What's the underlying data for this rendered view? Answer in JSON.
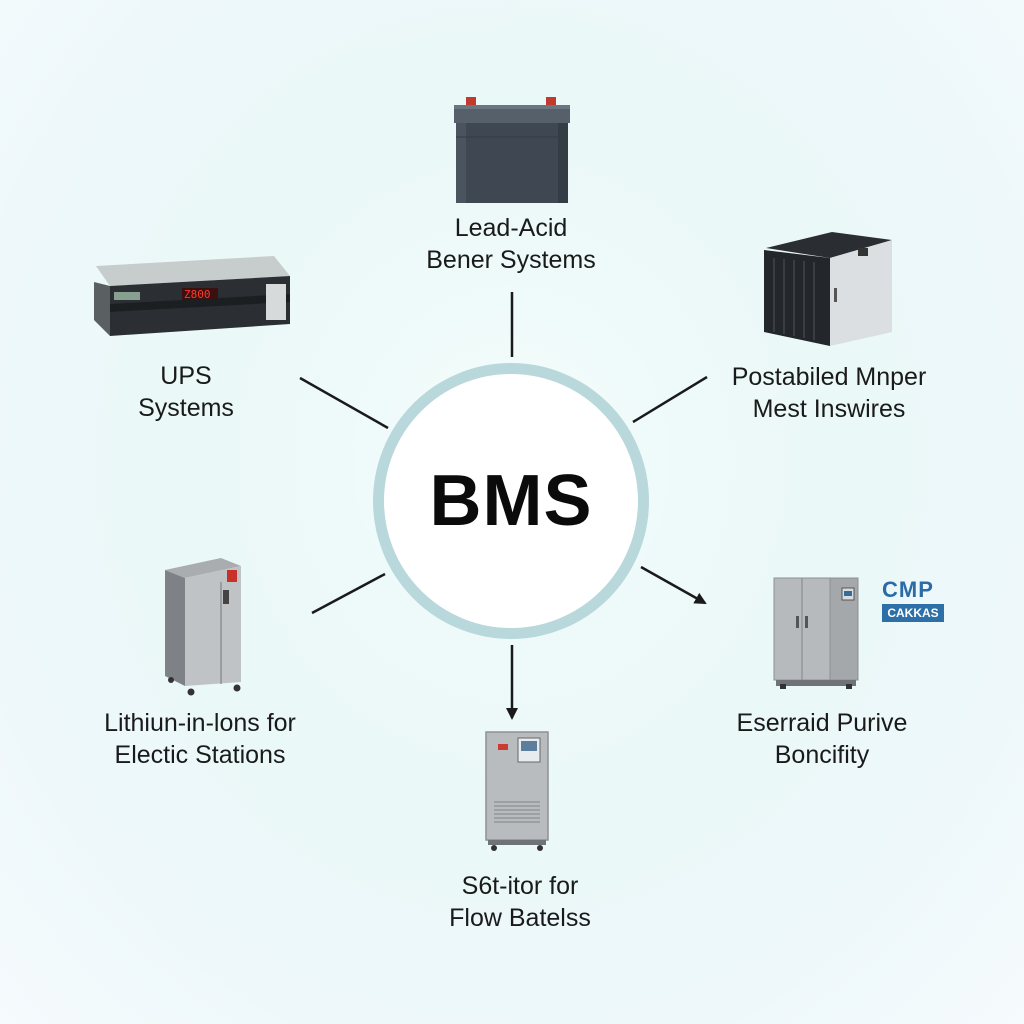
{
  "hub": {
    "label": "BMS"
  },
  "nodes": [
    {
      "id": "top",
      "lines": [
        "Lead-Acid",
        "Bener Systems"
      ],
      "icon": "lead-acid-battery-icon"
    },
    {
      "id": "upper-left",
      "lines": [
        "UPS",
        "Systems"
      ],
      "icon": "rack-ups-unit-icon",
      "display": "Z800"
    },
    {
      "id": "upper-right",
      "lines": [
        "Postabiled Mnper",
        "Mest Inswires"
      ],
      "icon": "server-cabinet-icon"
    },
    {
      "id": "lower-left",
      "lines": [
        "Lithiun-in-lons for",
        "Electic Stations"
      ],
      "icon": "tall-electrical-cabinet-icon"
    },
    {
      "id": "bottom",
      "lines": [
        "S6t-itor for",
        "Flow Batelss"
      ],
      "icon": "floor-cabinet-icon"
    },
    {
      "id": "lower-right",
      "lines": [
        "Eserraid Purive",
        "Boncifity"
      ],
      "icon": "double-door-cabinet-icon"
    }
  ],
  "badge": {
    "top": "CMP",
    "bottom": "CAKKAS"
  },
  "colors": {
    "ring": "#b9d8dc",
    "connector": "#1a1a1a",
    "accent_red": "#e23b2e",
    "badge_blue": "#2d6fa7"
  }
}
